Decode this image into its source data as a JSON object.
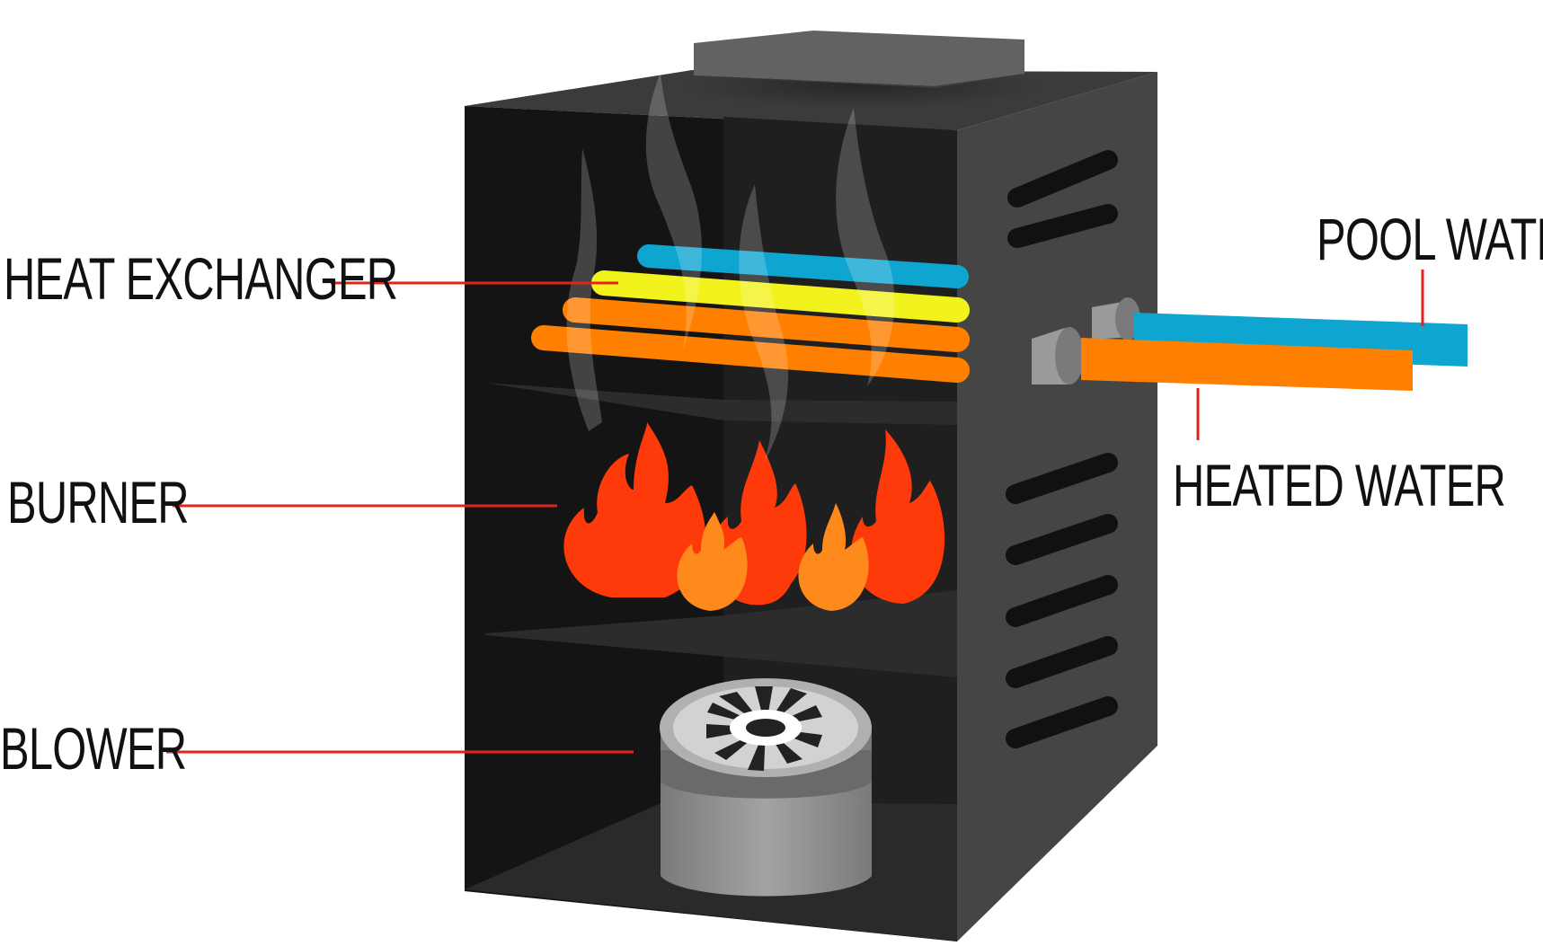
{
  "diagram": {
    "labels": {
      "heat_exchanger": "HEAT EXCHANGER",
      "burner": "BURNER",
      "blower": "BLOWER",
      "pool_water": "POOL WATER",
      "heated_water": "HEATED WATER"
    },
    "colors": {
      "leader_line": "#e2231a",
      "cabinet_dark": "#1e1e1e",
      "cabinet_side": "#454545",
      "cabinet_top": "#3c3c3c",
      "pipe_blue": "#0ea5d1",
      "pipe_yellow": "#f2f21d",
      "pipe_orange": "#ff7f00",
      "flame_outer": "#ff3a0a",
      "flame_inner": "#ff8a1c",
      "blower_grey": "#8f8f8f",
      "fitting_grey": "#9a9a9a"
    },
    "icons": {
      "components": [
        "heat-exchanger-pipes",
        "flame-icon",
        "blower-fan-icon",
        "steam-icon",
        "pipe-fitting-icon"
      ]
    }
  }
}
